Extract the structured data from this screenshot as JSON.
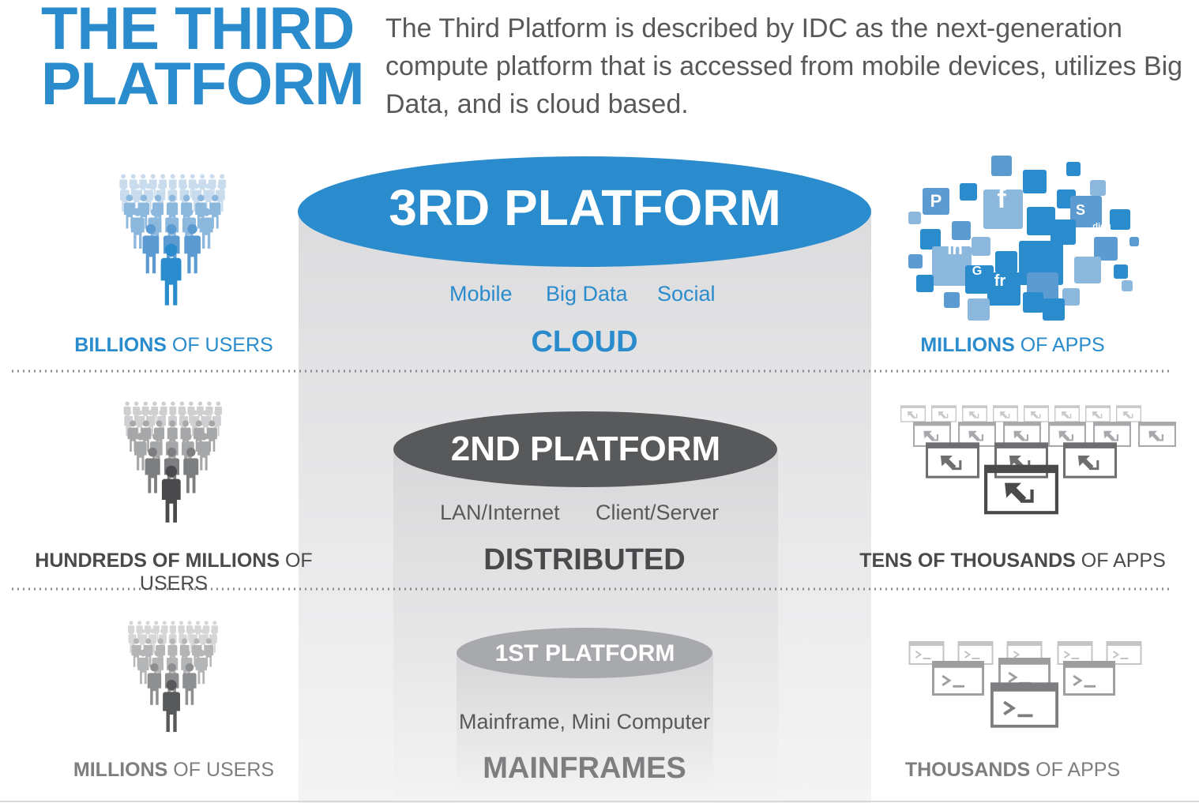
{
  "header": {
    "title_line1": "THE THIRD",
    "title_line2": "PLATFORM",
    "description": "The Third Platform is described by IDC as the next-generation compute platform that is accessed from mobile devices, utilizes Big Data, and is cloud based."
  },
  "platforms": [
    {
      "name": "3RD PLATFORM",
      "features": [
        "Mobile",
        "Big Data",
        "Social"
      ],
      "tier": "CLOUD",
      "users_bold": "BILLIONS",
      "users_rest": " OF USERS",
      "apps_bold": "MILLIONS",
      "apps_rest": " OF APPS"
    },
    {
      "name": "2ND PLATFORM",
      "features": [
        "LAN/Internet",
        "Client/Server"
      ],
      "tier": "DISTRIBUTED",
      "users_bold": "HUNDREDS OF MILLIONS",
      "users_rest": " OF USERS",
      "apps_bold": "TENS OF THOUSANDS",
      "apps_rest": " OF APPS"
    },
    {
      "name": "1ST PLATFORM",
      "features": [
        "Mainframe, Mini Computer"
      ],
      "tier": "MAINFRAMES",
      "users_bold": "MILLIONS",
      "users_rest": " OF USERS",
      "apps_bold": "THOUSANDS",
      "apps_rest": " OF APPS"
    }
  ],
  "app_icons": [
    "f",
    "P",
    "in",
    "fr",
    "S",
    "digg",
    "G"
  ],
  "colors": {
    "blue": "#2a8ccd",
    "dark": "#58595b",
    "mid": "#7d7e80",
    "light": "#a7a9ac"
  }
}
